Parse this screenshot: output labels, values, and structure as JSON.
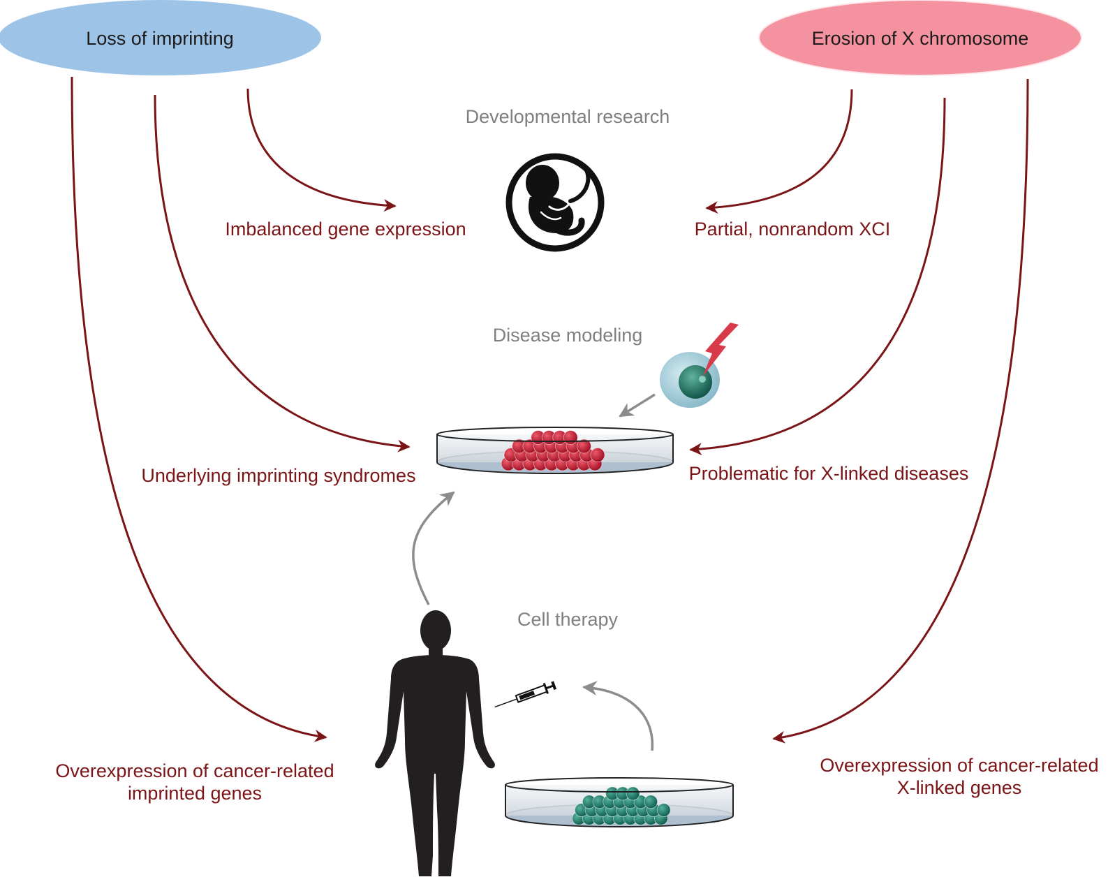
{
  "sources": {
    "left": {
      "label": "Loss of imprinting",
      "fill": "#9dc3e6"
    },
    "right": {
      "label": "Erosion of X chromosome",
      "fill": "#f4929f"
    }
  },
  "sections": {
    "developmental": "Developmental research",
    "disease": "Disease modeling",
    "therapy": "Cell therapy"
  },
  "outcomes": {
    "imbalanced": "Imbalanced gene expression",
    "partial_xci": "Partial, nonrandom XCI",
    "imprinting_syndromes": "Underlying imprinting syndromes",
    "x_linked_diseases": "Problematic for X-linked diseases",
    "cancer_imprinted_1": "Overexpression of cancer-related",
    "cancer_imprinted_2": "imprinted genes",
    "cancer_xlinked_1": "Overexpression of cancer-related",
    "cancer_xlinked_2": "X-linked genes"
  },
  "colors": {
    "arrow": "#7b1416",
    "outcome_text": "#7b1416",
    "section_text": "#7f7f7f",
    "gray_arrow": "#8c8c8c",
    "red_cell": "#c8102e",
    "teal_cell": "#1b7a6a",
    "silhouette": "#231f20"
  },
  "icons": {
    "fetus": "fetus-icon",
    "cell": "cell-icon",
    "lightning": "lightning-icon",
    "dish_disease": "petri-dish-red-cells",
    "dish_therapy": "petri-dish-teal-cells",
    "human": "human-silhouette",
    "syringe": "syringe-icon"
  }
}
